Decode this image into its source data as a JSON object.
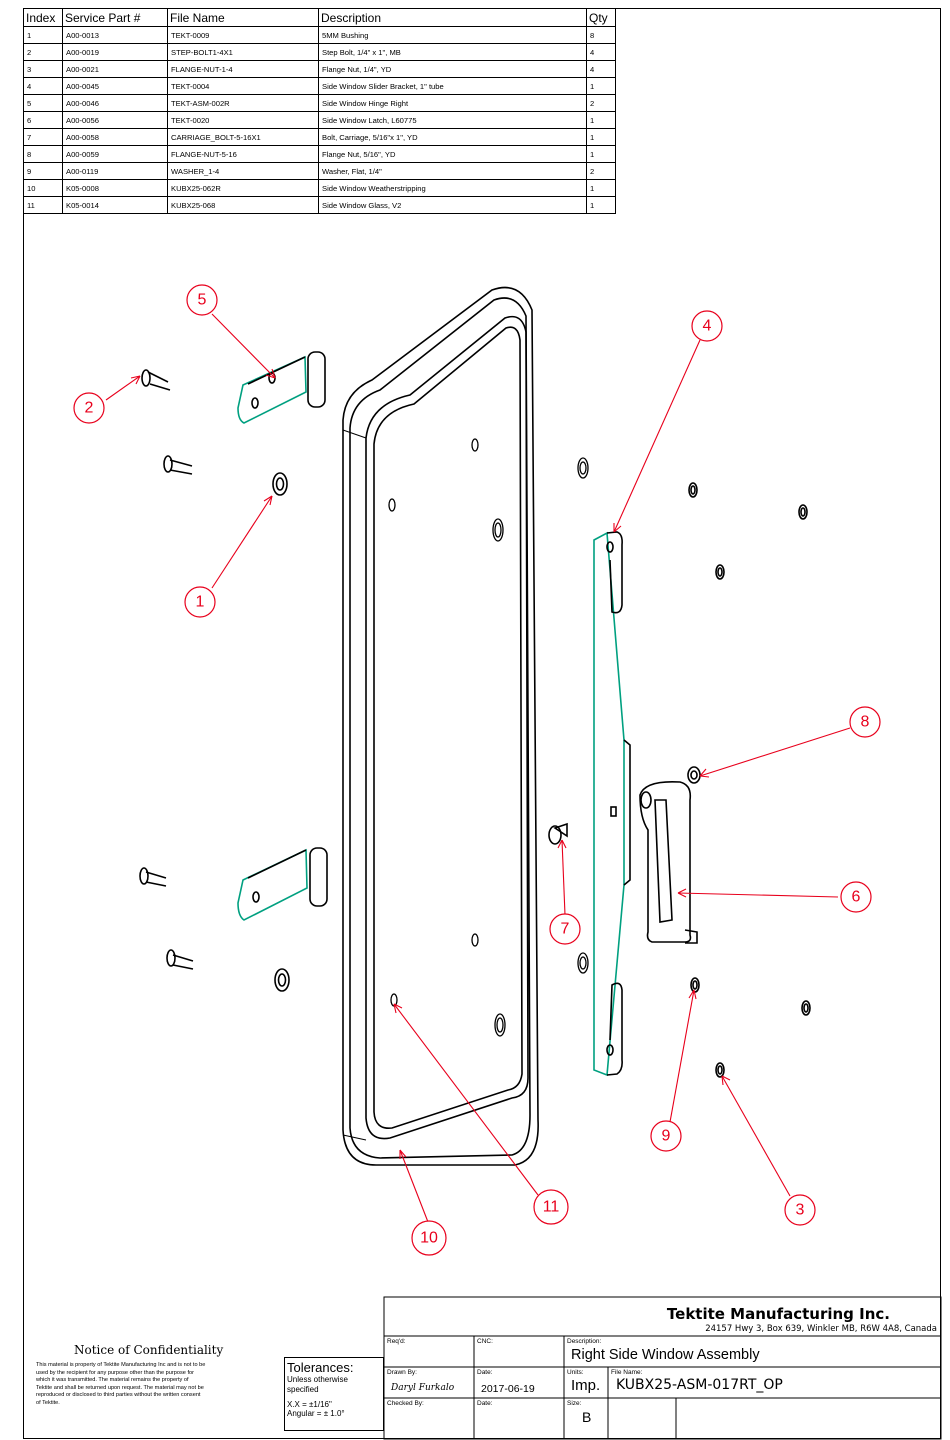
{
  "bom": {
    "headers": [
      "Index",
      "Service Part #",
      "File Name",
      "Description",
      "Qty"
    ],
    "rows": [
      [
        "1",
        "A00-0013",
        "TEKT-0009",
        "5MM Bushing",
        "8"
      ],
      [
        "2",
        "A00-0019",
        "STEP-BOLT1-4X1",
        "Step Bolt, 1/4\" x 1\", MB",
        "4"
      ],
      [
        "3",
        "A00-0021",
        "FLANGE-NUT-1-4",
        "Flange Nut, 1/4\", YD",
        "4"
      ],
      [
        "4",
        "A00-0045",
        "TEKT-0004",
        "Side Window Slider Bracket, 1\" tube",
        "1"
      ],
      [
        "5",
        "A00-0046",
        "TEKT-ASM-002R",
        "Side Window Hinge Right",
        "2"
      ],
      [
        "6",
        "A00-0056",
        "TEKT-0020",
        "Side Window Latch, L60775",
        "1"
      ],
      [
        "7",
        "A00-0058",
        "CARRIAGE_BOLT-5-16X1",
        "Bolt, Carriage, 5/16\"x 1\", YD",
        "1"
      ],
      [
        "8",
        "A00-0059",
        "FLANGE-NUT-5-16",
        "Flange Nut, 5/16\", YD",
        "1"
      ],
      [
        "9",
        "A00-0119",
        "WASHER_1-4",
        "Washer, Flat, 1/4\"",
        "2"
      ],
      [
        "10",
        "K05-0008",
        "KUBX25-062R",
        "Side Window Weatherstripping",
        "1"
      ],
      [
        "11",
        "K05-0014",
        "KUBX25-068",
        "Side Window Glass, V2",
        "1"
      ]
    ]
  },
  "balloons": [
    "1",
    "2",
    "3",
    "4",
    "5",
    "6",
    "7",
    "8",
    "9",
    "10",
    "11"
  ],
  "colors": {
    "balloon": "#e8001c",
    "part_edge": "#00a080",
    "line": "#000000"
  },
  "title_block": {
    "company": "Tektite Manufacturing Inc.",
    "address": "24157 Hwy 3, Box 639, Winkler MB, R6W 4A8, Canada",
    "labels": {
      "reqd": "Req'd:",
      "cnc": "CNC:",
      "description": "Description:",
      "drawn_by": "Drawn By:",
      "date": "Date:",
      "units": "Units:",
      "file_name": "File Name:",
      "checked_by": "Checked By:",
      "date2": "Date:",
      "size": "Size:"
    },
    "description": "Right Side Window Assembly",
    "drawn_by": "Daryl Furkalo",
    "date": "2017-06-19",
    "units": "Imp.",
    "file_name": "KUBX25-ASM-017RT_OP",
    "size": "B"
  },
  "notice": {
    "title": "Notice of Confidentiality",
    "body": "This material is property of Tektite Manufacturing Inc and is not to be used by the recipient for any purpose other than the purpose for which it was transmitted. The material remains the property of Tektite and shall be returned upon request. The material may not be reproduced or disclosed to third parties without the written consent of Tektite."
  },
  "tolerances": {
    "title": "Tolerances:",
    "subtitle": "Unless otherwise specified",
    "linear": "X.X = ±1/16\"",
    "angular": "Angular = ± 1.0°"
  }
}
